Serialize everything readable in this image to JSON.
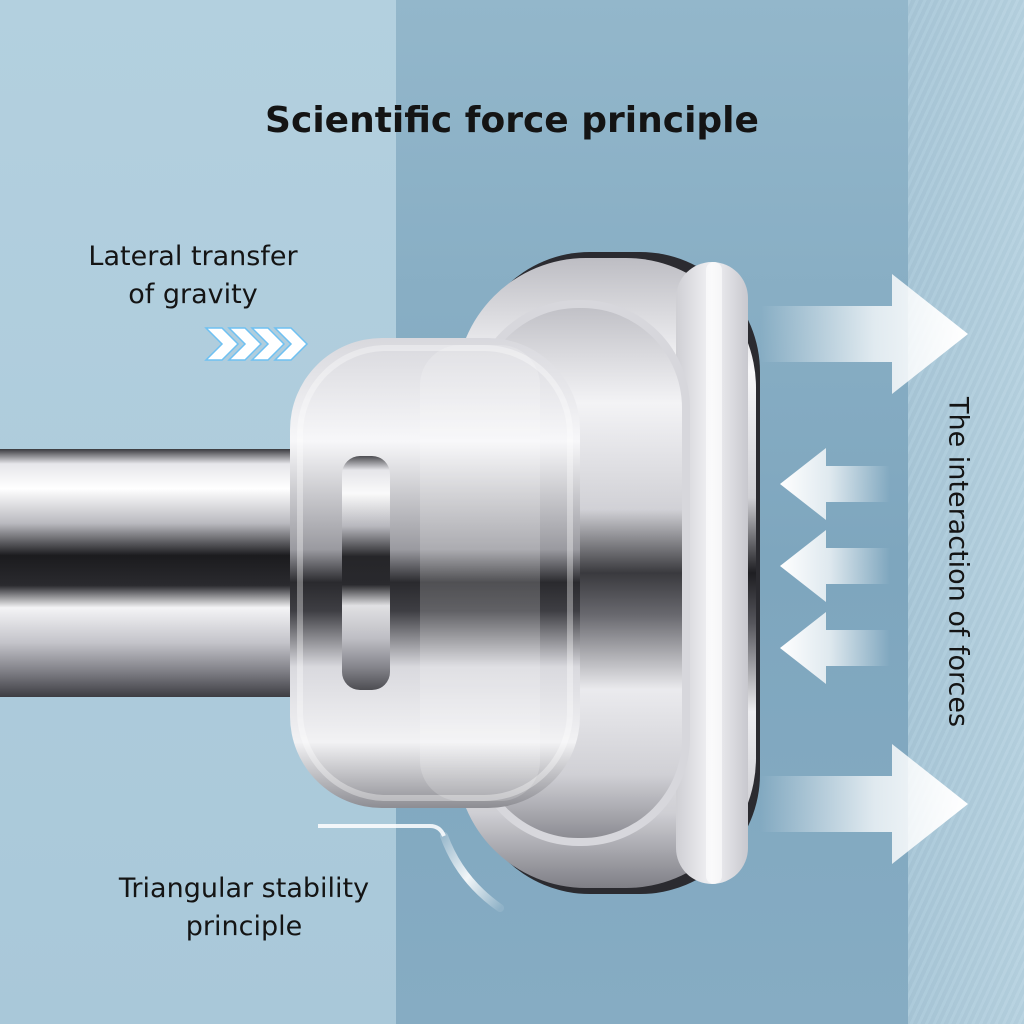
{
  "title": "Scientific force principle",
  "label_lateral": [
    "Lateral transfer",
    "of gravity"
  ],
  "label_interaction": "The interaction of forces",
  "label_triangular": [
    "Triangular stability",
    "principle"
  ],
  "icons": {
    "chevrons": "chevron-right-icon",
    "arrow_out": "arrow-right-icon",
    "arrow_in": "arrow-left-icon"
  },
  "colors": {
    "background_left": "#b3d0df",
    "background_mid": "#86acc3",
    "background_right": "#b6d2e0",
    "text": "#141414",
    "chevron_fill": "#ffffff",
    "chevron_edge": "#6fc1f2",
    "chrome_highlight": "#f4f4f6",
    "chrome_shadow": "#1b1b1e"
  }
}
